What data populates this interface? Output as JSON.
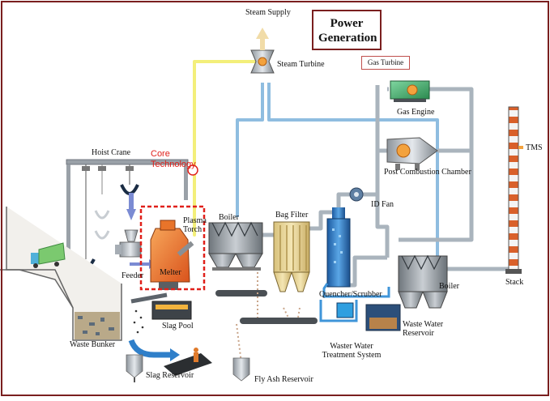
{
  "title": "Power Generation",
  "gas_turbine_label": "Gas Turbine",
  "core_technology": "Core\nTechnology",
  "labels": {
    "steam_supply": "Steam Supply",
    "steam_turbine": "Steam Turbine",
    "gas_engine": "Gas Engine",
    "tms": "TMS",
    "hoist_crane": "Hoist Crane",
    "post_combustion_chamber": "Post Combustion Chamber",
    "id_fan": "ID Fan",
    "plasma_torch": "Plasma\nTorch",
    "boiler_left": "Boiler",
    "bag_filter": "Bag Filter",
    "feeder": "Feeder",
    "melter": "Melter",
    "boiler_right": "Boiler",
    "stack": "Stack",
    "quencher_scrubber": "Quencher/Scrubber",
    "slag_pool": "Slag Pool",
    "waste_water_reservoir": "Waste Water\nReservoir",
    "waste_bunker": "Waste Bunker",
    "waste_water_treatment": "Waster Water\nTreatment System",
    "slag_reservoir": "Slag Reservoir",
    "fly_ash_reservoir": "Fly Ash Reservoir"
  },
  "colors": {
    "frame": "#7a1f1f",
    "steam_pipe": "#f3ef7a",
    "water_pipe": "#8fbde0",
    "flue_pipe": "#b8c2cc",
    "core_highlight": "#e0201a",
    "melter": "#e8742a",
    "scrubber": "#2f7fc9",
    "gas_engine": "#3fae6a"
  }
}
